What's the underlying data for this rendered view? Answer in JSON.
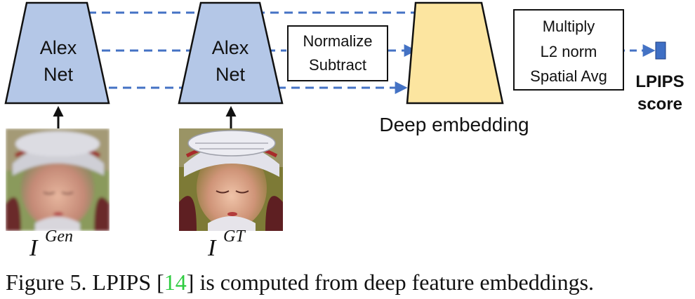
{
  "diagram": {
    "encoders": [
      {
        "line1": "Alex",
        "line2": "Net"
      },
      {
        "line1": "Alex",
        "line2": "Net"
      }
    ],
    "normalize_box": {
      "line1": "Normalize",
      "line2": "Subtract"
    },
    "embedding_label": "Deep embedding",
    "multiply_box": {
      "line1": "Multiply",
      "line2": "L2 norm",
      "line3": "Spatial Avg"
    },
    "score_label": {
      "line1": "LPIPS",
      "line2": "score"
    },
    "images": [
      {
        "base": "I",
        "sup": "Gen"
      },
      {
        "base": "I",
        "sup": "GT"
      }
    ]
  },
  "caption": {
    "prefix": "Figure 5. LPIPS [",
    "ref": "14",
    "suffix": "] is computed from deep feature embeddings."
  },
  "colors": {
    "encoder_fill": "#b4c7e7",
    "embedding_fill": "#fce5a0",
    "arrow_blue": "#4472c4",
    "score_marker": "#3f6fc4",
    "ref_green": "#2ecc40"
  }
}
